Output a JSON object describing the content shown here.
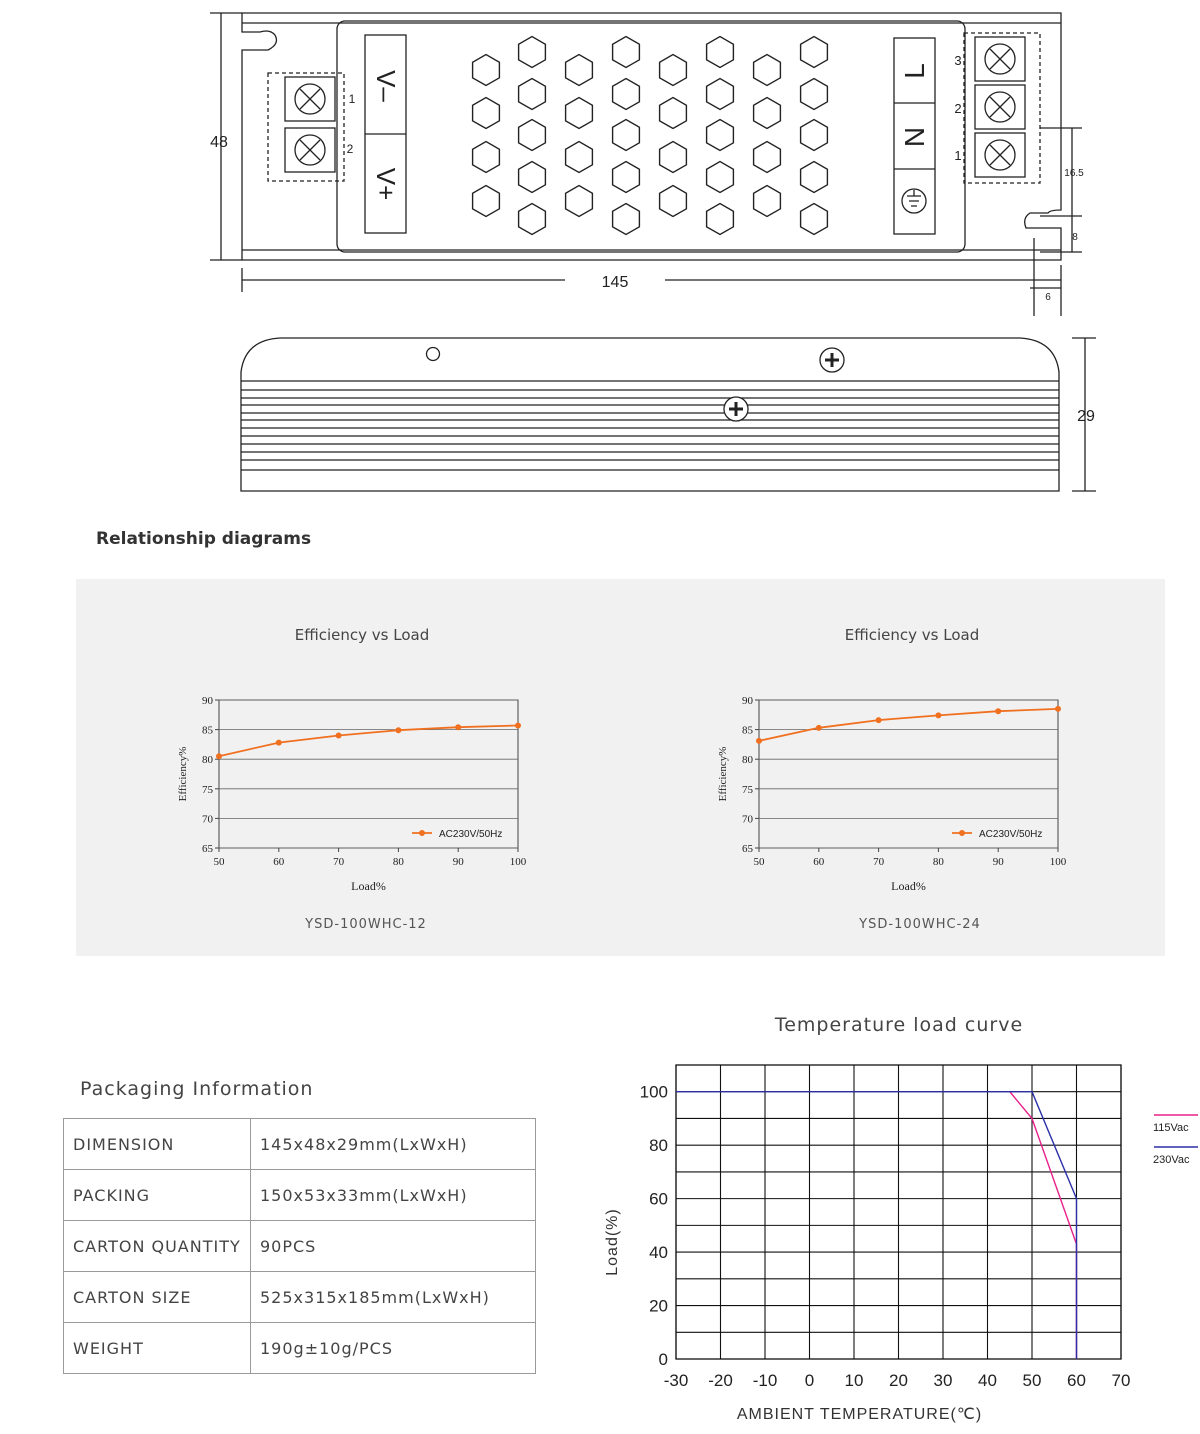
{
  "drawing": {
    "dims": {
      "width": "48",
      "length": "145",
      "height": "29",
      "d16_5": "16.5",
      "d8": "8",
      "d6": "6"
    },
    "left_terminal": {
      "labels": [
        "V–",
        "V+"
      ],
      "pins": [
        "1",
        "2"
      ]
    },
    "right_terminal": {
      "labels": [
        "L",
        "N"
      ],
      "pins": [
        "3",
        "2",
        "1"
      ]
    }
  },
  "section_title": "Relationship diagrams",
  "charts_panel": {
    "charts": [
      {
        "title": "Efficiency vs Load",
        "model": "YSD-100WHC-12"
      },
      {
        "title": "Efficiency vs Load",
        "model": "YSD-100WHC-24"
      }
    ]
  },
  "chart_data": [
    {
      "type": "line",
      "title": "Efficiency vs Load",
      "xlabel": "Load%",
      "ylabel": "Efficiency%",
      "x": [
        50,
        60,
        70,
        80,
        90,
        100
      ],
      "xlim": [
        50,
        100
      ],
      "ylim": [
        65,
        90
      ],
      "xticks": [
        "50",
        "60",
        "70",
        "80",
        "90",
        "100"
      ],
      "yticks": [
        "65",
        "70",
        "75",
        "80",
        "85",
        "90"
      ],
      "grid": true,
      "legend": "bottom-right",
      "series": [
        {
          "name": "AC230V/50Hz",
          "color": "#f07020",
          "values": [
            80.5,
            82.8,
            84.0,
            84.9,
            85.4,
            85.7
          ]
        }
      ]
    },
    {
      "type": "line",
      "title": "Efficiency vs Load",
      "xlabel": "Load%",
      "ylabel": "Efficiency%",
      "x": [
        50,
        60,
        70,
        80,
        90,
        100
      ],
      "xlim": [
        50,
        100
      ],
      "ylim": [
        65,
        90
      ],
      "xticks": [
        "50",
        "60",
        "70",
        "80",
        "90",
        "100"
      ],
      "yticks": [
        "65",
        "70",
        "75",
        "80",
        "85",
        "90"
      ],
      "grid": true,
      "legend": "bottom-right",
      "series": [
        {
          "name": "AC230V/50Hz",
          "color": "#f07020",
          "values": [
            83.1,
            85.3,
            86.6,
            87.4,
            88.1,
            88.5
          ]
        }
      ]
    },
    {
      "type": "line",
      "title": "Temperature load curve",
      "xlabel": "AMBIENT TEMPERATURE(℃)",
      "ylabel": "Load(%)",
      "xlim": [
        -30,
        70
      ],
      "ylim": [
        0,
        110
      ],
      "xticks": [
        "-30",
        "-20",
        "-10",
        "0",
        "10",
        "20",
        "30",
        "40",
        "50",
        "60",
        "70"
      ],
      "yticks": [
        "0",
        "20",
        "40",
        "60",
        "80",
        "100"
      ],
      "grid": true,
      "legend": "right",
      "series": [
        {
          "name": "115Vac",
          "color": "#e8208a",
          "x": [
            45,
            50,
            60,
            60
          ],
          "y": [
            100,
            90,
            43,
            0
          ]
        },
        {
          "name": "230Vac",
          "color": "#2b2fa8",
          "x": [
            -30,
            50,
            60,
            60
          ],
          "y": [
            100,
            100,
            60,
            0
          ]
        }
      ]
    }
  ],
  "packaging": {
    "title": "Packaging Information",
    "rows": [
      {
        "key": "DIMENSION",
        "value": "145x48x29mm(LxWxH)"
      },
      {
        "key": "PACKING",
        "value": "150x53x33mm(LxWxH)"
      },
      {
        "key": "CARTON QUANTITY",
        "value": "90PCS"
      },
      {
        "key": "CARTON SIZE",
        "value": "525x315x185mm(LxWxH)"
      },
      {
        "key": "WEIGHT",
        "value": "190g±10g/PCS"
      }
    ]
  }
}
